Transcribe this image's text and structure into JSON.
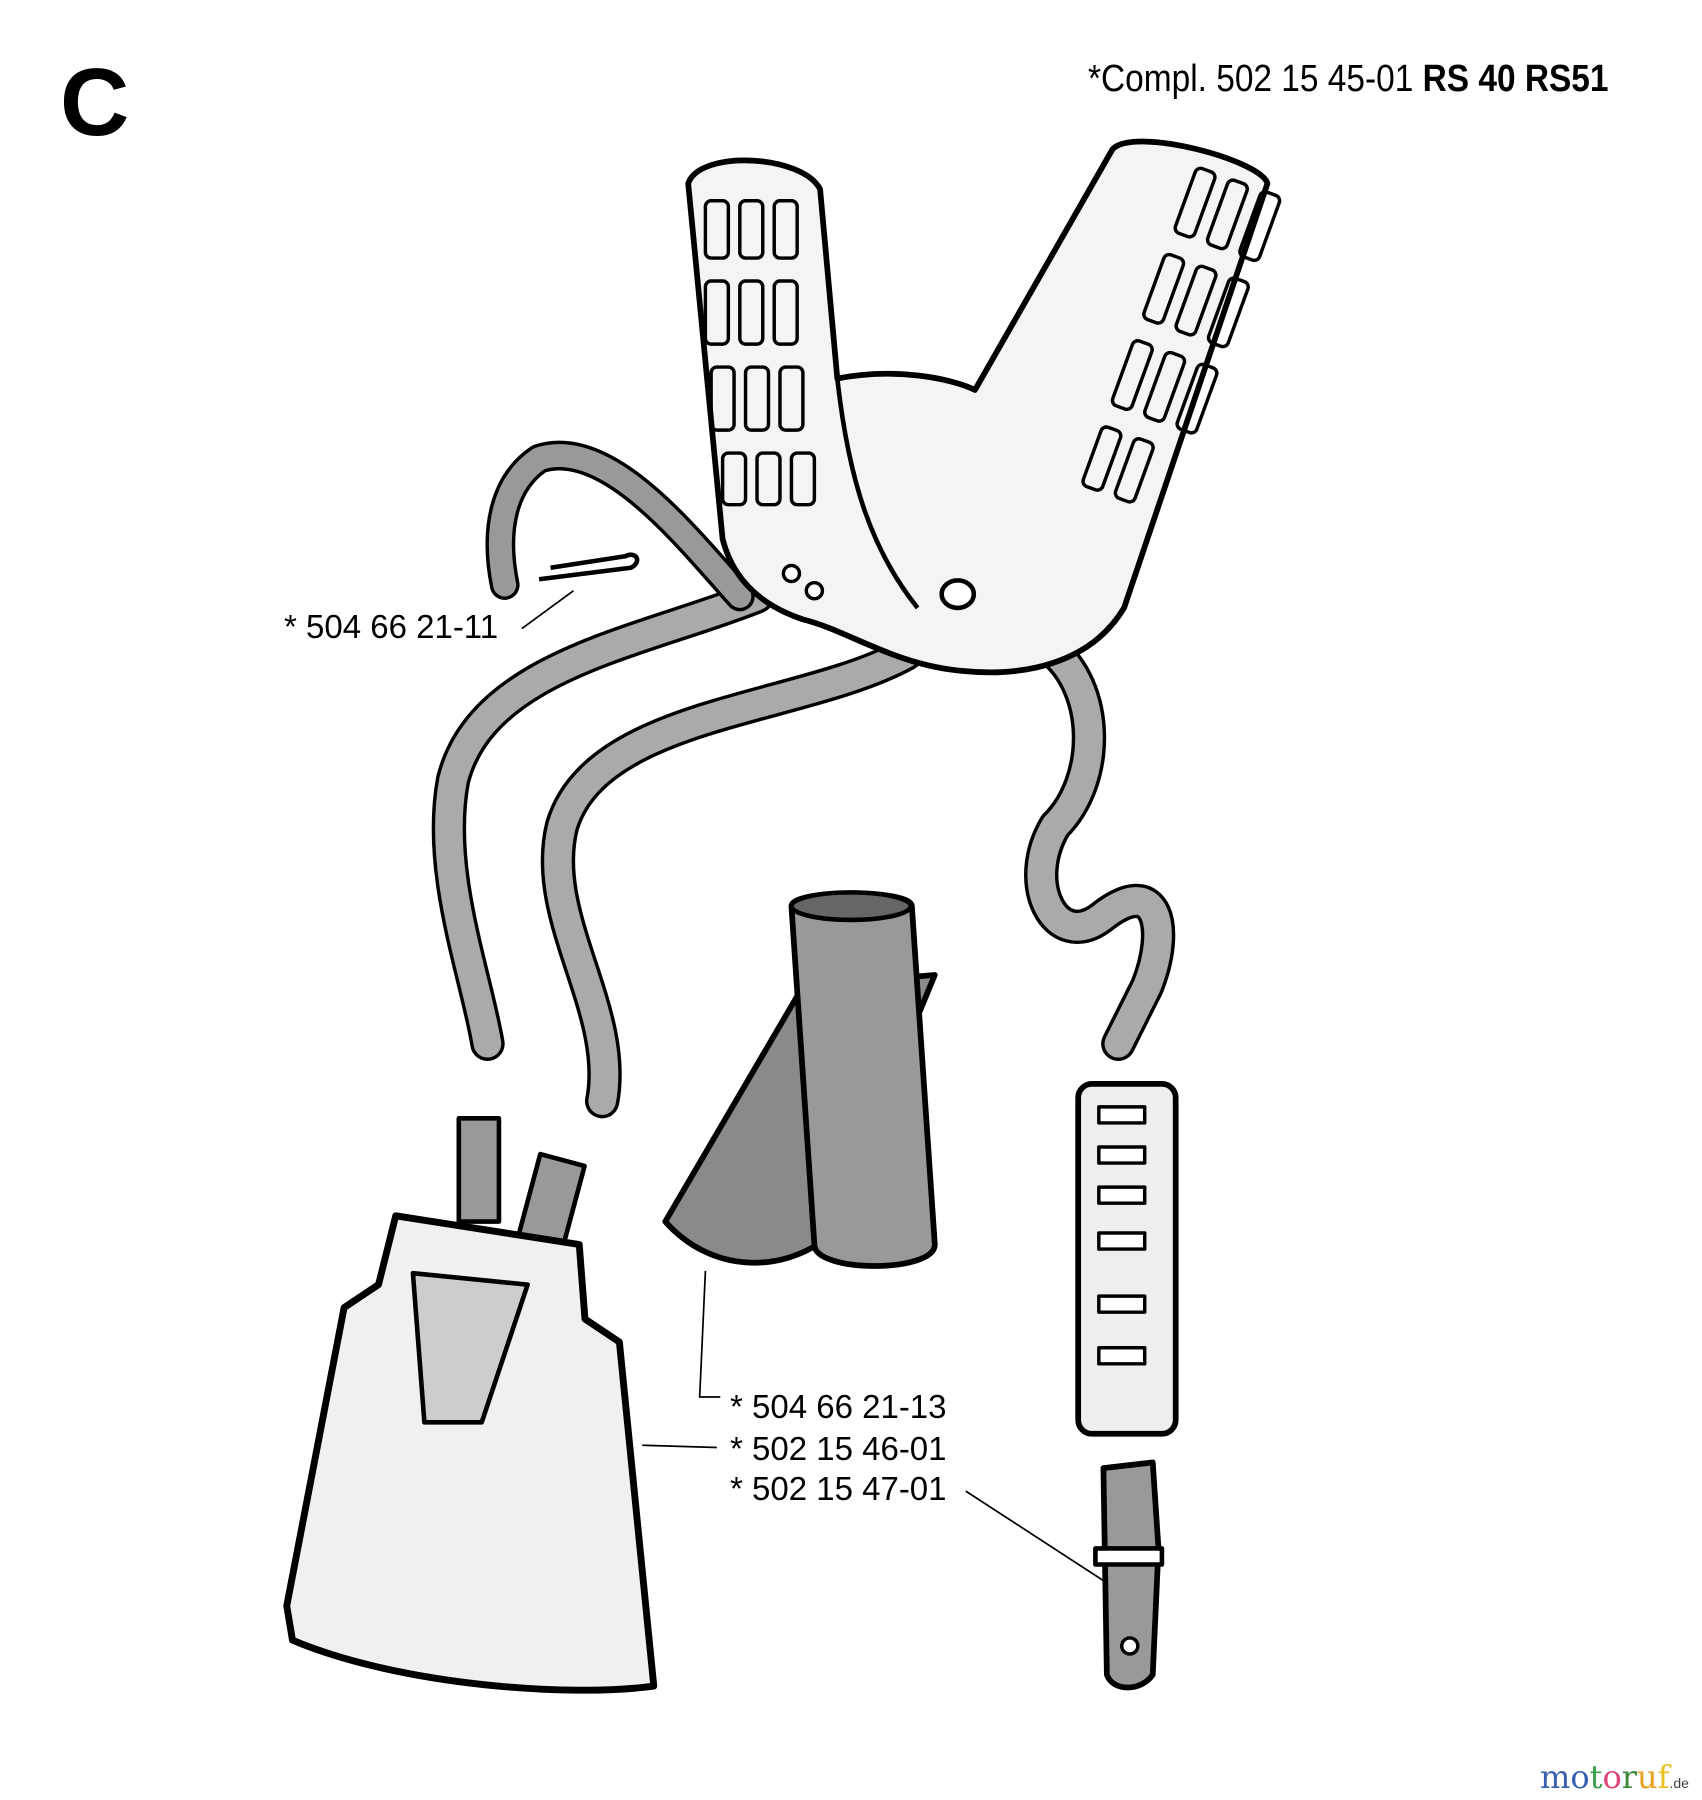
{
  "section_letter": "C",
  "assembly": {
    "prefix": "*Compl. 502 15 45-01",
    "models": "RS 40 RS51"
  },
  "parts": [
    {
      "label": "* 504 66 21-11"
    },
    {
      "label": "* 504 66 21-13"
    },
    {
      "label": "* 502 15 46-01"
    },
    {
      "label": "* 502 15 47-01"
    }
  ],
  "watermark": {
    "letters": [
      "m",
      "o",
      "t",
      "o",
      "r",
      "u",
      "f"
    ],
    "colors": [
      "#3a5fb0",
      "#3a5fb0",
      "#3aa04a",
      "#e0457a",
      "#3a8a3a",
      "#e8a020",
      "#e8c020"
    ],
    "suffix": ".de"
  }
}
